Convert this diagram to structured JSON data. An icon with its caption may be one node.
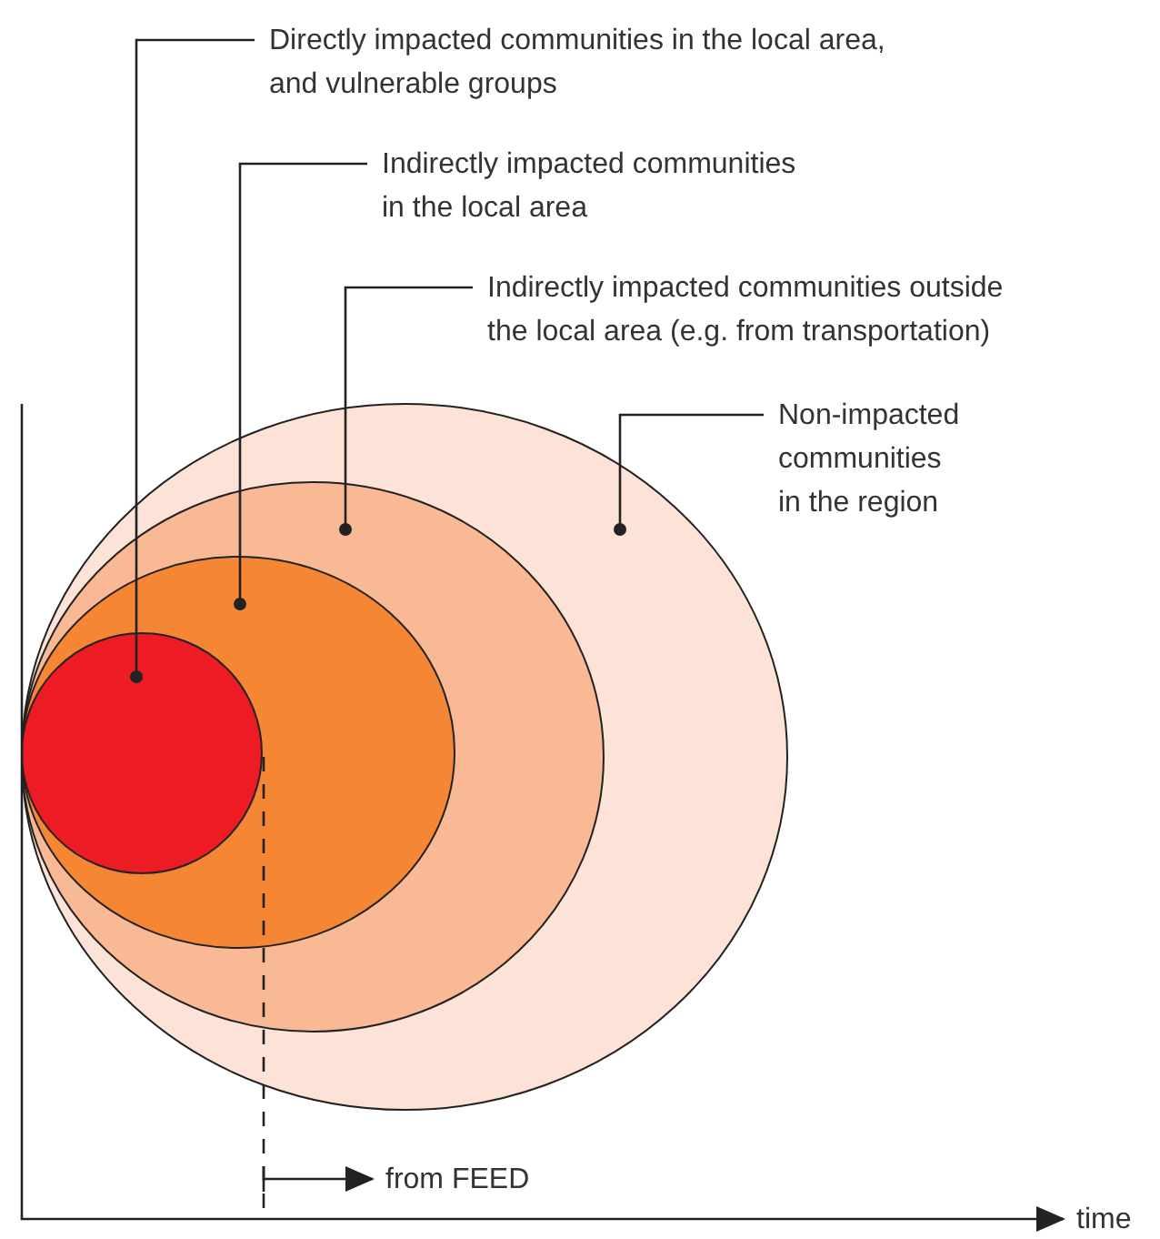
{
  "diagram": {
    "nodes": [
      {
        "text": [
          "Directly impacted communities in the local area, and vulnerable groups"
        ]
      },
      {
        "text": [
          "Indirectly impacted communities in the local area"
        ]
      },
      {
        "text": [
          "Indirectly impacted communities outside the local area (e.g. from transportation)"
        ]
      },
      {
        "text": [
          "Non-impacted communities in the region"
        ]
      },
      {
        "text": [],
        "shape": "ellipse"
      },
      {
        "text": [],
        "shape": "ellipse",
        "in": 4
      },
      {
        "text": [],
        "shape": "ellipse",
        "in": 5
      },
      {
        "text": [],
        "shape": "circle",
        "in": 6
      }
    ],
    "edges": [
      {
        "from": 0,
        "to": 7,
        "arrow": "other"
      },
      {
        "from": 1,
        "to": 6,
        "arrow": "other"
      },
      {
        "from": 2,
        "to": 5,
        "arrow": "other"
      },
      {
        "from": 3,
        "to": 4,
        "arrow": "other"
      }
    ],
    "labels": [
      "from FEED",
      "time"
    ]
  }
}
